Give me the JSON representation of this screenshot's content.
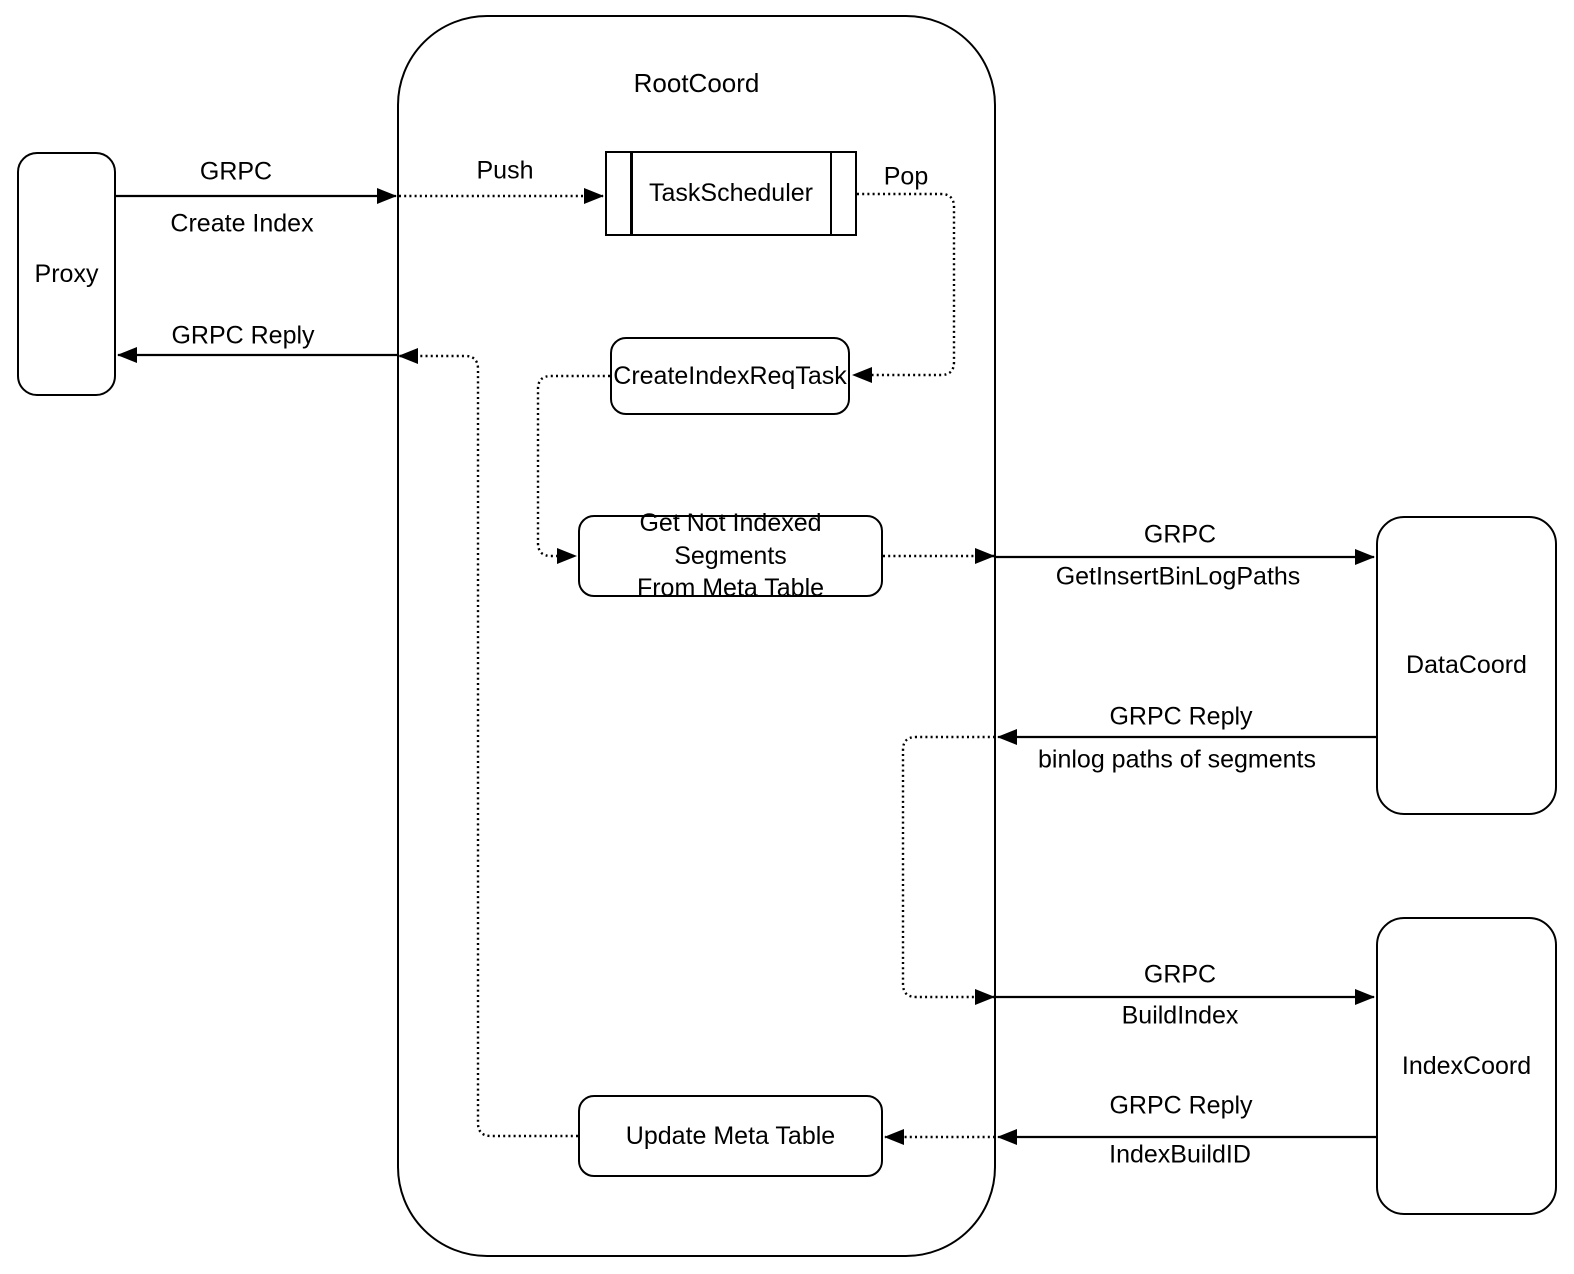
{
  "diagram": {
    "title": "RootCoord",
    "nodes": {
      "proxy": {
        "label": "Proxy"
      },
      "rootcoord": {
        "label": "RootCoord"
      },
      "task_scheduler": {
        "label": "TaskScheduler"
      },
      "create_index_req_task": {
        "label": "CreateIndexReqTask"
      },
      "get_not_indexed": {
        "label_line1": "Get Not Indexed Segments",
        "label_line2": "From Meta Table"
      },
      "update_meta_table": {
        "label": "Update Meta Table"
      },
      "data_coord": {
        "label": "DataCoord"
      },
      "index_coord": {
        "label": "IndexCoord"
      }
    },
    "edges": [
      {
        "id": "proxy-to-rootcoord",
        "style": "solid",
        "label1": "GRPC",
        "label2": "Create Index"
      },
      {
        "id": "rootcoord-to-proxy",
        "style": "solid",
        "label1": "GRPC Reply"
      },
      {
        "id": "push-to-taskscheduler",
        "style": "dotted",
        "label1": "Push"
      },
      {
        "id": "pop-to-createindextask",
        "style": "dotted",
        "label1": "Pop"
      },
      {
        "id": "rootcoord-to-datacoord",
        "style": "solid",
        "label1": "GRPC",
        "label2": "GetInsertBinLogPaths"
      },
      {
        "id": "datacoord-to-rootcoord",
        "style": "solid",
        "label1": "GRPC Reply",
        "label2": "binlog paths of segments"
      },
      {
        "id": "rootcoord-to-indexcoord",
        "style": "solid",
        "label1": "GRPC",
        "label2": "BuildIndex"
      },
      {
        "id": "indexcoord-to-rootcoord",
        "style": "solid",
        "label1": "GRPC Reply",
        "label2": "IndexBuildID"
      }
    ],
    "colors": {
      "stroke": "#000000",
      "background": "#ffffff"
    }
  }
}
